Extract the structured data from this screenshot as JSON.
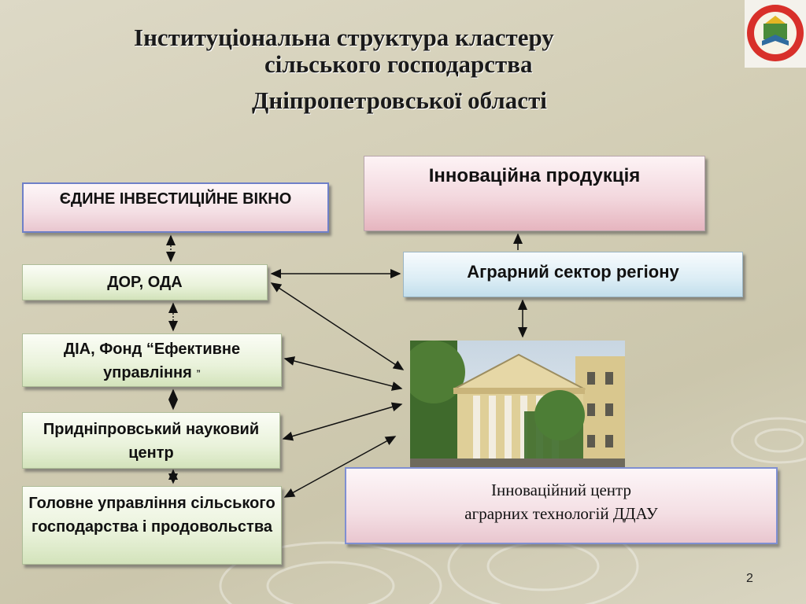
{
  "title": {
    "line1": "Інституціональна структура кластеру",
    "line2": "сільського господарства",
    "line3": "Дніпропетровської області"
  },
  "boxes": {
    "investment_window": "ЄДИНЕ ІНВЕСТИЦІЙНЕ ВІКНО",
    "dor_oda": "ДОР, ОДА",
    "dia_fund": "ДІА, Фонд “Ефективне управління",
    "dia_fund_quote": "”",
    "pridniprovsky": "Придніпровський науковий центр",
    "main_directorate": "Головне управління сільського господарства і продовольства",
    "innovation_products": "Інноваційна продукція",
    "agrarian_sector": "Аграрний сектор регіону",
    "innovation_center_line1": "Інноваційний центр",
    "innovation_center_line2": "аграрних технологій   ДДАУ"
  },
  "page_number": "2",
  "colors": {
    "pink_box": "#f3d8de",
    "green_box": "#e9f2da",
    "blue_box": "#dcedf5",
    "border_blue": "#6f80c8",
    "logo_red": "#d8302a"
  }
}
